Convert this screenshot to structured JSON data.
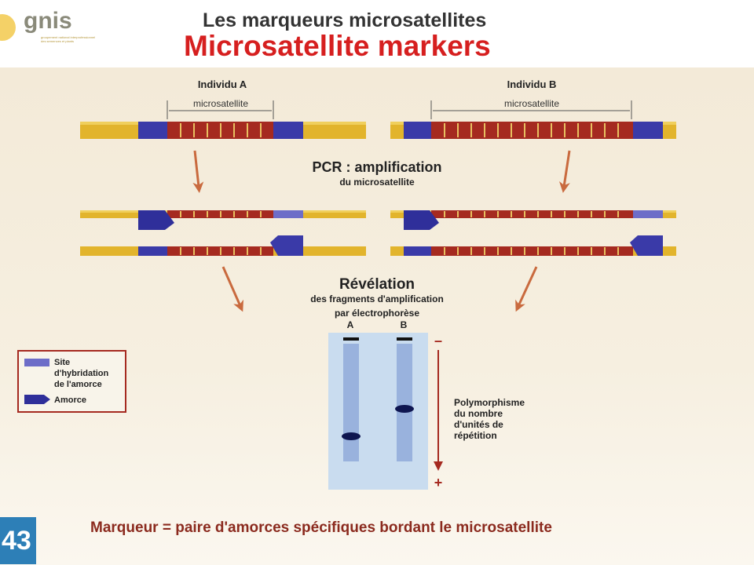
{
  "logo": {
    "text": "gnis",
    "subtitle": "groupement national interprofessionnel des semences et plants"
  },
  "title_fr": "Les marqueurs microsatellites",
  "title_en": "Microsatellite markers",
  "individual_a": {
    "label": "Individu A",
    "region_label": "microsatellite"
  },
  "individual_b": {
    "label": "Individu B",
    "region_label": "microsatellite"
  },
  "pcr": {
    "title": "PCR : amplification",
    "subtitle": "du microsatellite"
  },
  "revelation": {
    "title": "Révélation",
    "line1": "des fragments d'amplification",
    "line2": "par électrophorèse"
  },
  "gel": {
    "lane_a": "A",
    "lane_b": "B",
    "minus": "–",
    "plus": "+",
    "polymorphism_text": [
      "Polymorphisme",
      "du nombre",
      "d'unités de",
      "répétition"
    ]
  },
  "legend": {
    "site_label": [
      "Site",
      "d'hybridation",
      "de l'amorce"
    ],
    "primer_label": "Amorce"
  },
  "bottom_text": "Marqueur = paire d'amorces spécifiques bordant le microsatellite",
  "slide_number": "43",
  "colors": {
    "flank": "#e2b42c",
    "site": "#3a3aa8",
    "repeat": "#a52a20",
    "title_red": "#d61f1f",
    "arrow": "#cf7a4e",
    "gel": "#c9dcef",
    "band": "#1a2a8a"
  }
}
